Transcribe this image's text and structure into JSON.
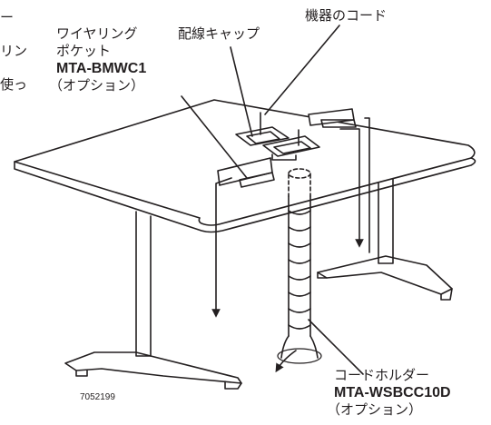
{
  "colors": {
    "line": "#231f20",
    "paper": "#ffffff"
  },
  "left_text_fragments": [
    "ー",
    "リン",
    "使っ"
  ],
  "labels": {
    "wiring_pocket": {
      "line1": "ワイヤリング",
      "line2": "ポケット",
      "model": "MTA-BMWC1",
      "note": "（オプション）"
    },
    "wiring_cap": {
      "text": "配線キャップ"
    },
    "device_cord": {
      "text": "機器のコード"
    },
    "cord_holder": {
      "line1": "コードホルダー",
      "model": "MTA-WSBCC10D",
      "note": "（オプション）"
    }
  },
  "drawing_code": "7052199"
}
